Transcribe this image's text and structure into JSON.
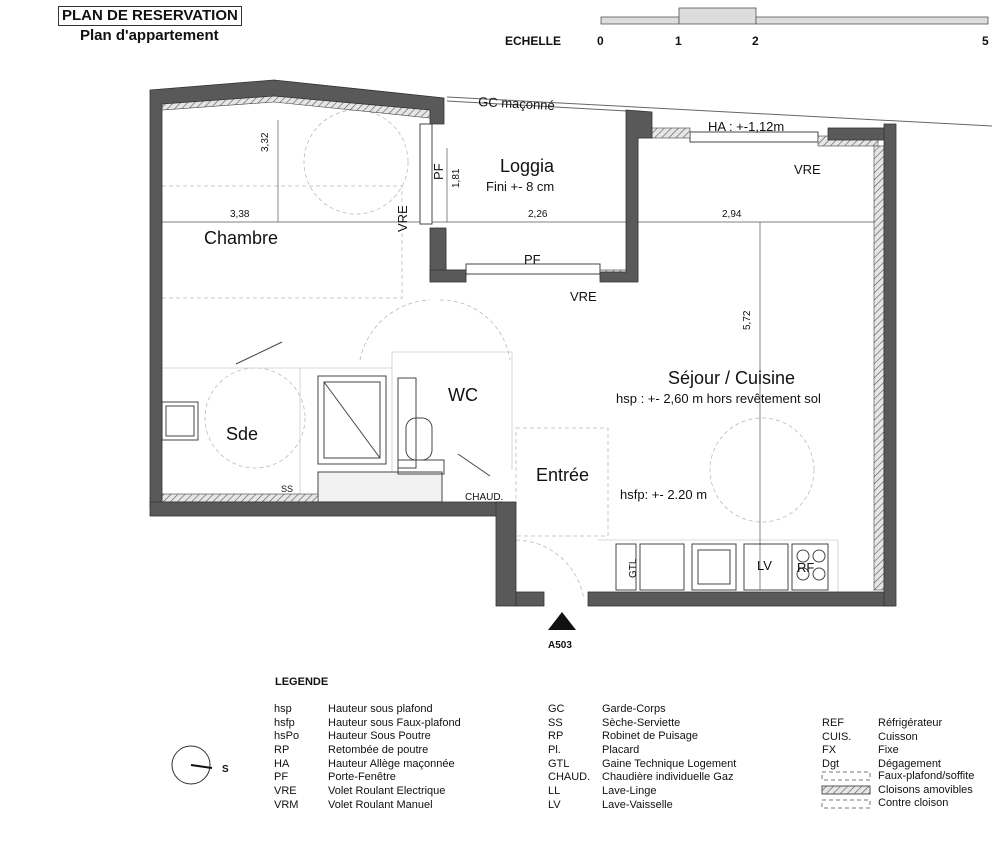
{
  "header": {
    "title": "PLAN DE RESERVATION",
    "subtitle": "Plan d'appartement"
  },
  "scale": {
    "label": "ECHELLE",
    "ticks": [
      "0",
      "1",
      "2",
      "5"
    ]
  },
  "rooms": {
    "chambre": "Chambre",
    "loggia": "Loggia",
    "loggia_note": "Fini +- 8 cm",
    "sejour": "Séjour / Cuisine",
    "sejour_note": "hsp : +- 2,60 m hors revêtement sol",
    "wc": "WC",
    "sde": "Sde",
    "entree": "Entrée",
    "entree_note": "hsfp: +- 2.20 m"
  },
  "annotations": {
    "gc": "GC maçonné",
    "ha": "HA : +-1,12m",
    "vre": "VRE",
    "pf": "PF",
    "ss": "SS",
    "chaud": "CHAUD.",
    "gtl": "GTL",
    "lv": "LV",
    "rf": "RF",
    "section": "A503",
    "north": "S"
  },
  "dimensions": {
    "d332": "3,32",
    "d338": "3,38",
    "d181": "1,81",
    "d226": "2,26",
    "d294": "2,94",
    "d572": "5,72"
  },
  "legend": {
    "title": "LEGENDE",
    "col1": [
      {
        "code": "hsp",
        "label": "Hauteur sous plafond"
      },
      {
        "code": "hsfp",
        "label": "Hauteur sous Faux-plafond"
      },
      {
        "code": "hsPo",
        "label": "Hauteur Sous Poutre"
      },
      {
        "code": "RP",
        "label": "Retombée de poutre"
      },
      {
        "code": "HA",
        "label": "Hauteur Allège maçonnée"
      },
      {
        "code": "PF",
        "label": "Porte-Fenêtre"
      },
      {
        "code": "VRE",
        "label": "Volet Roulant Electrique"
      },
      {
        "code": "VRM",
        "label": "Volet Roulant Manuel"
      }
    ],
    "col2": [
      {
        "code": "GC",
        "label": "Garde-Corps"
      },
      {
        "code": "SS",
        "label": "Sèche-Serviette"
      },
      {
        "code": "RP",
        "label": "Robinet de Puisage"
      },
      {
        "code": "Pl.",
        "label": "Placard"
      },
      {
        "code": "GTL",
        "label": "Gaine Technique Logement"
      },
      {
        "code": "CHAUD.",
        "label": "Chaudière individuelle Gaz"
      },
      {
        "code": "LL",
        "label": "Lave-Linge"
      },
      {
        "code": "LV",
        "label": "Lave-Vaisselle"
      }
    ],
    "col3": [
      {
        "code": "REF",
        "label": "Réfrigérateur"
      },
      {
        "code": "CUIS.",
        "label": "Cuisson"
      },
      {
        "code": "FX",
        "label": "Fixe"
      },
      {
        "code": "Dgt",
        "label": "Dégagement"
      }
    ],
    "symbols": [
      {
        "label": "Faux-plafond/soffite"
      },
      {
        "label": "Cloisons amovibles"
      },
      {
        "label": "Contre cloison"
      }
    ]
  }
}
